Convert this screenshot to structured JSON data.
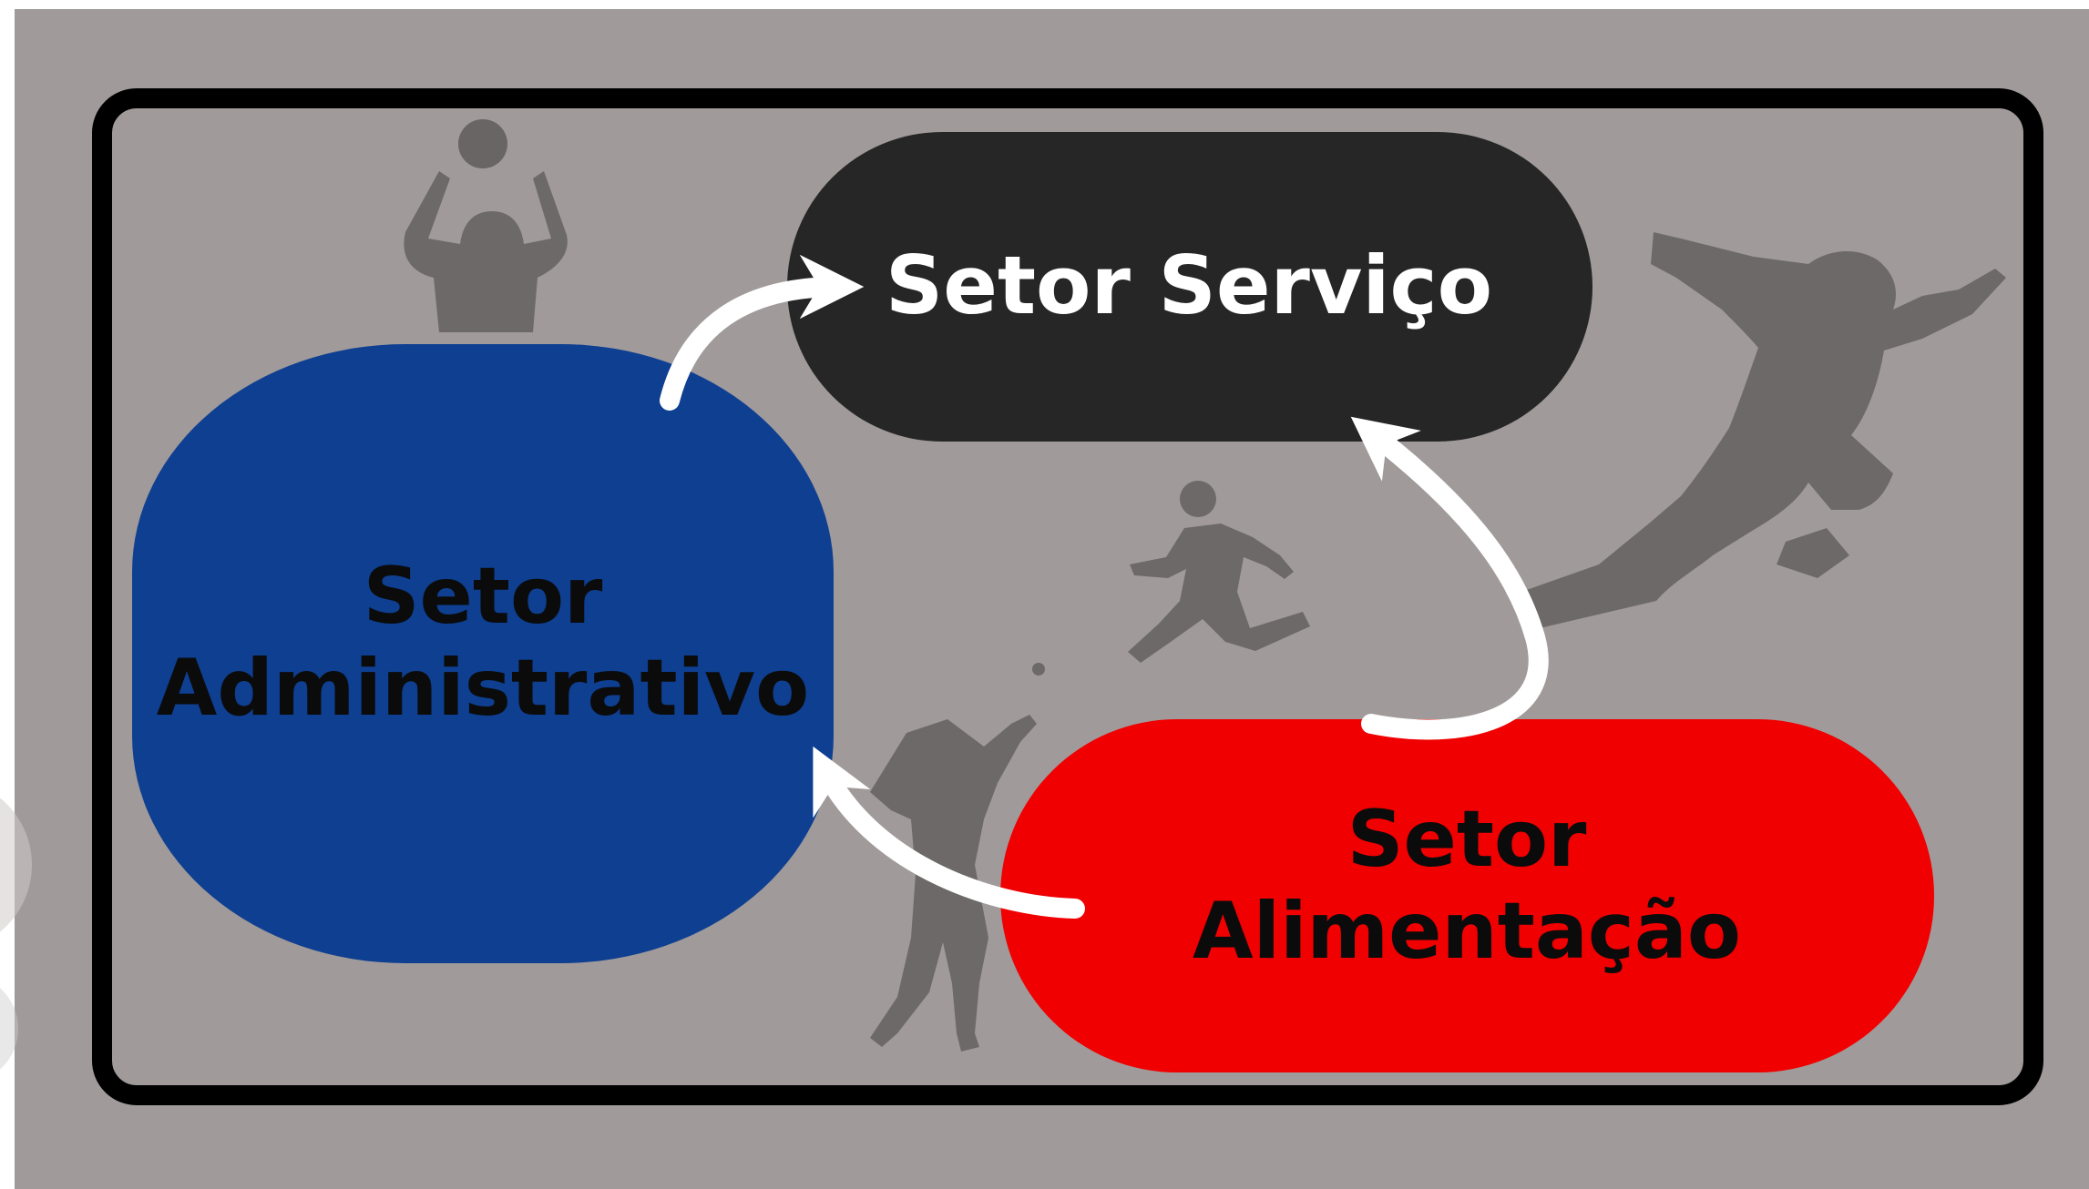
{
  "diagram": {
    "nodes": [
      {
        "id": "servico",
        "lines": [
          "Setor Serviço"
        ],
        "fill": "#262626",
        "text_color": "#ffffff"
      },
      {
        "id": "admin",
        "lines": [
          "Setor",
          "Administrativo"
        ],
        "fill": "#0e3f91",
        "text_color": "#0b0b0b"
      },
      {
        "id": "alim",
        "lines": [
          "Setor",
          "Alimentação"
        ],
        "fill": "#f00000",
        "text_color": "#0b0b0b"
      }
    ],
    "edges": [
      {
        "from": "admin",
        "to": "servico"
      },
      {
        "from": "alim",
        "to": "servico"
      },
      {
        "from": "alim",
        "to": "admin"
      }
    ]
  },
  "colors": {
    "background": "#a09a9a",
    "frame": "#000000",
    "arrow": "#ffffff",
    "silhouette": "#6e6969"
  }
}
